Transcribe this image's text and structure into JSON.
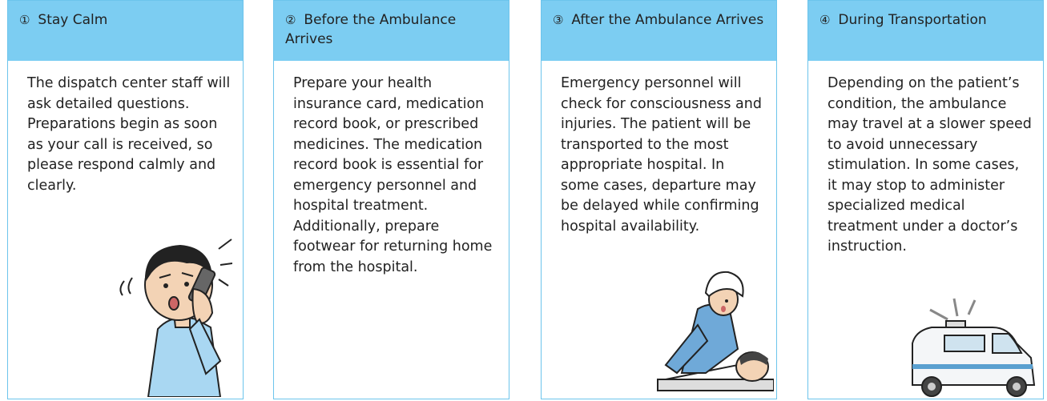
{
  "colors": {
    "header_bg": "#7ccdf2",
    "border": "#6cc4ec"
  },
  "cards": [
    {
      "num": "①",
      "title": "Stay Calm",
      "body": "The dispatch center staff will ask detailed questions. Preparations begin as soon as your call is received, so please respond calmly and clearly.",
      "illustration": "person-on-phone-illustration"
    },
    {
      "num": "②",
      "title": "Before the Ambulance Arrives",
      "body": "Prepare your health insurance card, medication record book, or prescribed medicines. The medication record book is essential for emergency personnel and hospital treatment. Additionally, prepare footwear for returning home from the hospital.",
      "illustration": ""
    },
    {
      "num": "③",
      "title": "After the Ambulance Arrives",
      "body": "Emergency personnel will check for consciousness and injuries. The patient will be transported to the most appropriate hospital. In some cases, departure may be delayed while confirming hospital availability.",
      "illustration": "paramedic-with-patient-illustration"
    },
    {
      "num": "④",
      "title": "During Transportation",
      "body": "Depending on the patient’s condition, the ambulance may travel at a slower speed to avoid unnecessary stimulation. In some cases, it may stop to administer specialized medical treatment under a doctor’s instruction.",
      "illustration": "ambulance-illustration"
    }
  ]
}
